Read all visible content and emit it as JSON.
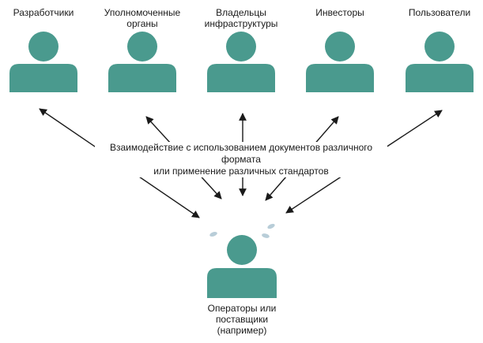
{
  "stakeholders": [
    {
      "label_lines": [
        "Разработчики"
      ]
    },
    {
      "label_lines": [
        "Уполномоченные",
        "органы"
      ]
    },
    {
      "label_lines": [
        "Владельцы",
        "инфраструктуры"
      ]
    },
    {
      "label_lines": [
        "Инвесторы"
      ]
    },
    {
      "label_lines": [
        "Пользователи"
      ]
    }
  ],
  "interaction_note": {
    "line1": "Взаимодействие с использованием документов различного формата",
    "line2": "или применение различных стандартов"
  },
  "operator": {
    "label_lines": [
      "Операторы или",
      "поставщики",
      "(например)"
    ]
  },
  "colors": {
    "person_fill": "#4a9a8e",
    "arrow": "#1a1a1a",
    "tear": "#b8cdd8"
  }
}
